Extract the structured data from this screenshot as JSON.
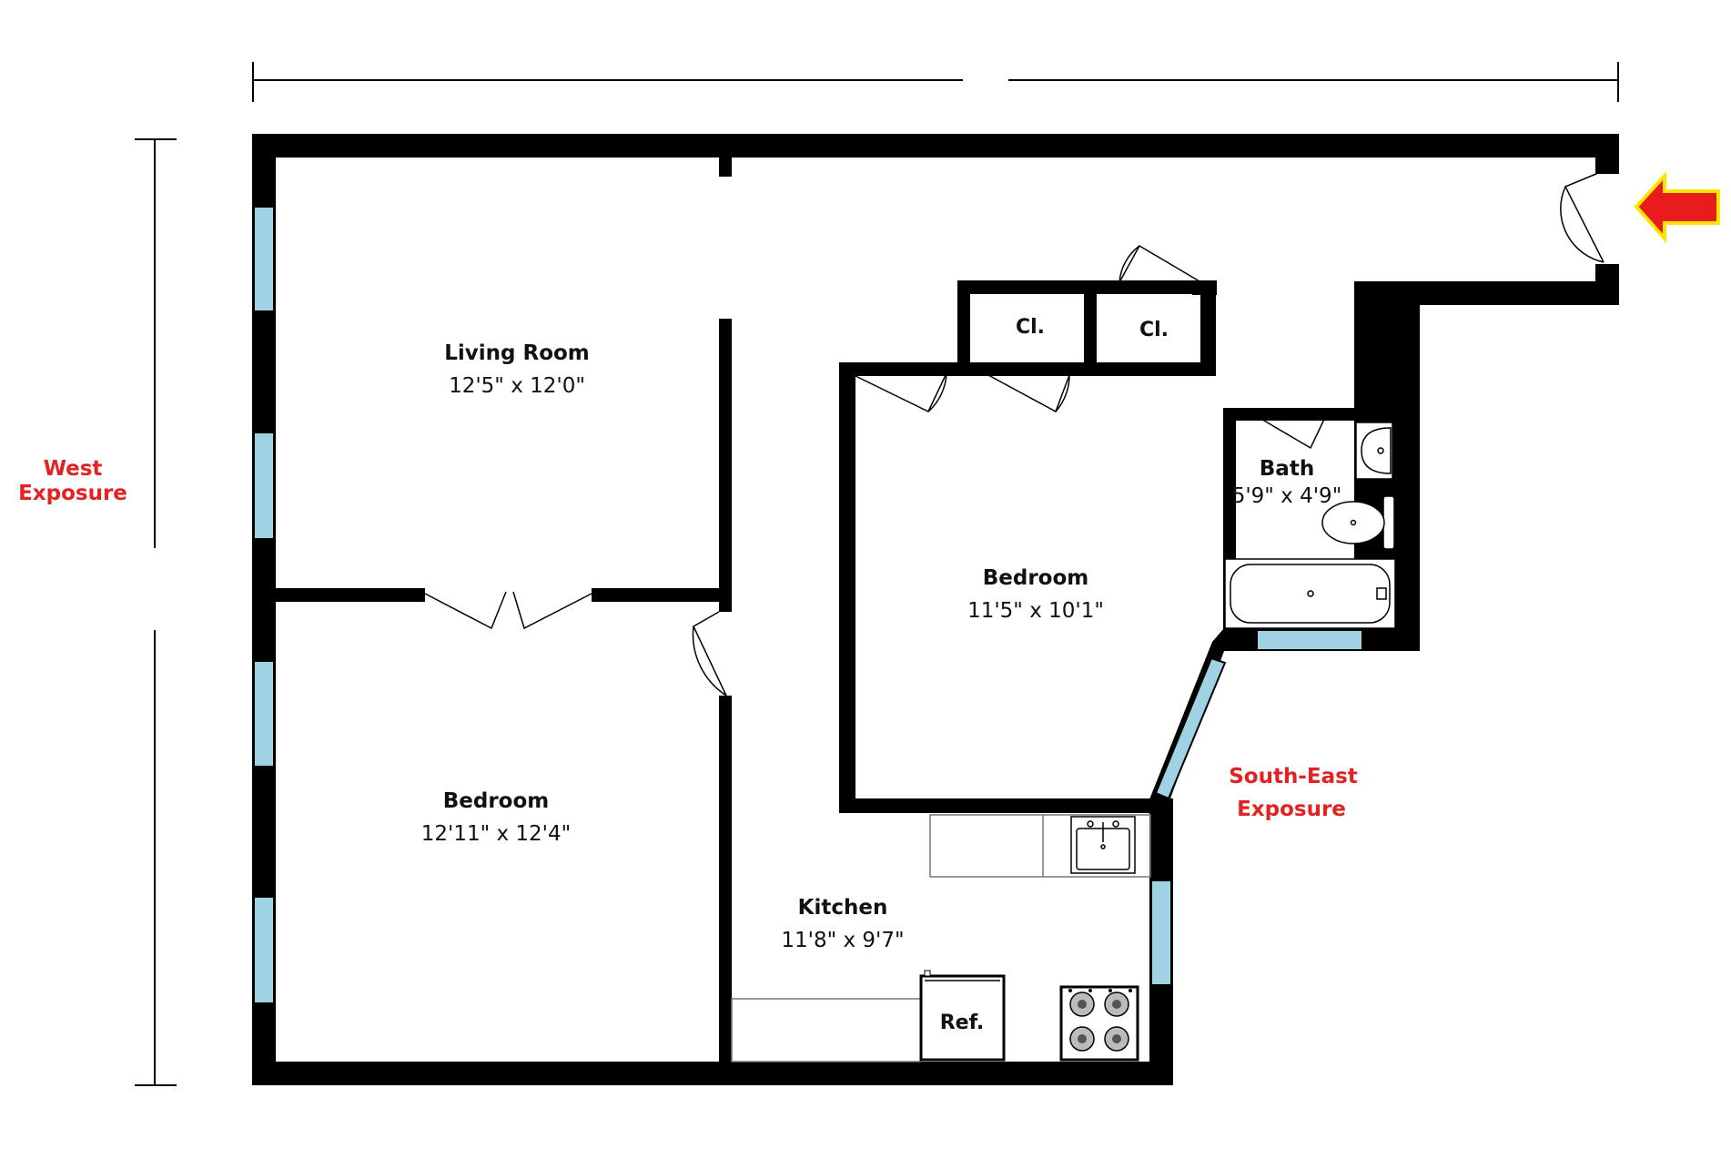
{
  "colors": {
    "wall": "#000000",
    "window": "#9fd3e3",
    "exposure_text": "#e32222",
    "entry_arrow_fill": "#e81c1c",
    "entry_arrow_outline": "#ffe600"
  },
  "exposures": {
    "west_line1": "West",
    "west_line2": "Exposure",
    "southeast_line1": "South-East",
    "southeast_line2": "Exposure"
  },
  "rooms": {
    "living_room": {
      "name": "Living Room",
      "dims": "12'5\" x 12'0\""
    },
    "bedroom_west": {
      "name": "Bedroom",
      "dims": "12'11\" x 12'4\""
    },
    "bedroom_east": {
      "name": "Bedroom",
      "dims": "11'5\" x 10'1\""
    },
    "kitchen": {
      "name": "Kitchen",
      "dims": "11'8\" x 9'7\""
    },
    "bath": {
      "name": "Bath",
      "dims": "5'9\" x 4'9\""
    },
    "closet_1": {
      "name": "Cl."
    },
    "closet_2": {
      "name": "Cl."
    }
  },
  "fixtures": {
    "refrigerator": "Ref."
  },
  "icons": {
    "entry": "entry-arrow-icon",
    "sink": "kitchen-sink-icon",
    "stove": "stove-icon",
    "bath_sink": "bathroom-sink-icon",
    "toilet": "toilet-icon",
    "bathtub": "bathtub-icon"
  }
}
